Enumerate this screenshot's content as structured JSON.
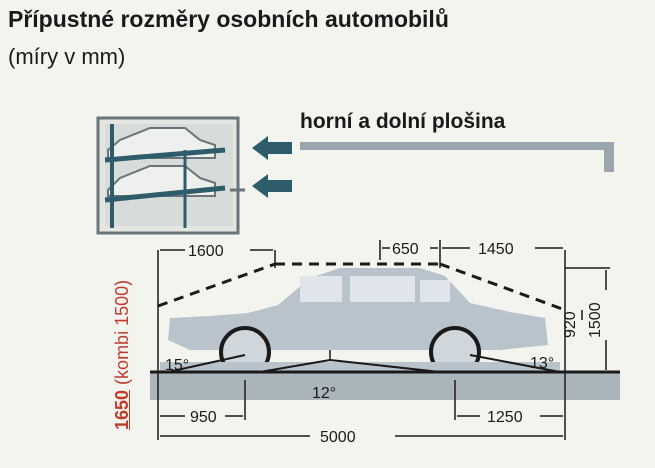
{
  "title": "Přípustné rozměry osobních automobilů",
  "subtitle": "(míry v mm)",
  "platform_label": "horní a dolní plošina",
  "height_label": {
    "main": "1650",
    "kombi": "(kombi 1500)"
  },
  "dimensions": {
    "front_roof": "1600",
    "roof_mid": "650",
    "rear_roof": "1450",
    "height_920": "920",
    "height_1500": "1500",
    "angle_front": "15°",
    "angle_under": "12°",
    "angle_rear": "13°",
    "front_axle": "950",
    "rear_axle": "1250",
    "total_length": "5000"
  },
  "colors": {
    "accent_red": "#c0392b",
    "car_fill": "#b9c3cc",
    "platform_blue": "#2f5c6b",
    "line": "#1a1a1a"
  }
}
